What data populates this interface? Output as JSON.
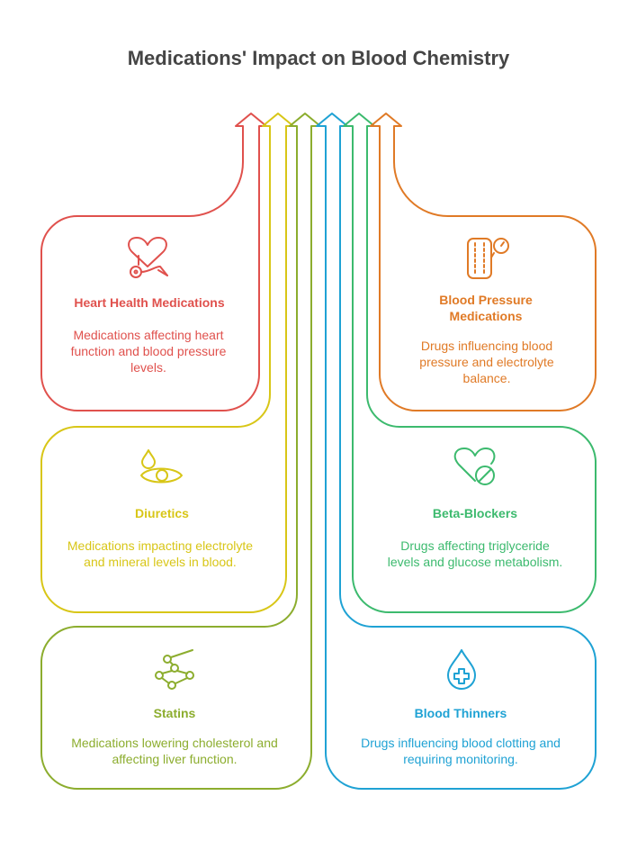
{
  "title": "Medications' Impact on Blood Chemistry",
  "colors": {
    "red": "#e0514d",
    "yellow": "#d8c617",
    "olive": "#8cad2e",
    "blue": "#1fa2d4",
    "green": "#3cba6e",
    "orange": "#e07a26"
  },
  "cards": {
    "heart": {
      "title": "Heart Health Medications",
      "description": "Medications affecting heart function and blood pressure levels.",
      "icon": "heart-stethoscope-icon"
    },
    "bp": {
      "title": "Blood Pressure Medications",
      "description": "Drugs influencing blood pressure and electrolyte balance.",
      "icon": "blood-pressure-cuff-icon"
    },
    "diuretics": {
      "title": "Diuretics",
      "description": "Medications impacting electrolyte and mineral levels in blood.",
      "icon": "drop-eye-icon"
    },
    "beta": {
      "title": "Beta-Blockers",
      "description": "Drugs affecting triglyceride levels and glucose metabolism.",
      "icon": "heart-block-icon"
    },
    "statins": {
      "title": "Statins",
      "description": "Medications lowering cholesterol and affecting liver function.",
      "icon": "molecule-icon"
    },
    "thinners": {
      "title": "Blood Thinners",
      "description": "Drugs influencing blood clotting and requiring monitoring.",
      "icon": "blood-drop-cross-icon"
    }
  }
}
